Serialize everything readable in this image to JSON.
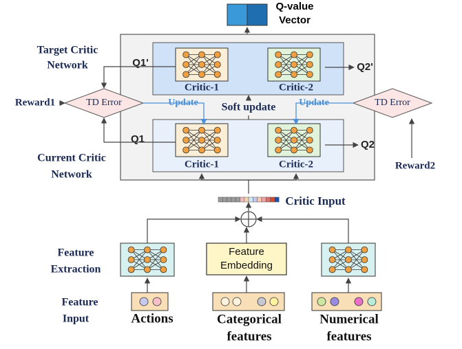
{
  "qvalue": {
    "line1": "Q-value",
    "line2": "Vector",
    "cell_colors": [
      "#3a9ad9",
      "#1f6fb0"
    ]
  },
  "target_network": {
    "line1": "Target Critic",
    "line2": "Network"
  },
  "current_network": {
    "line1": "Current Critic",
    "line2": "Network"
  },
  "critics": {
    "target_1": "Critic-1",
    "target_2": "Critic-2",
    "current_1": "Critic-1",
    "current_2": "Critic-2"
  },
  "signals": {
    "q1_target": "Q1'",
    "q2_target": "Q2'",
    "q1": "Q1",
    "q2": "Q2",
    "reward1": "Reward1",
    "reward2": "Reward2",
    "td_error_left": "TD Error",
    "td_error_right": "TD Error",
    "update_left": "Update",
    "update_right": "Update",
    "soft_update": "Soft update"
  },
  "critic_input": {
    "label": "Critic Input",
    "segment_colors": [
      "#9a9a9a",
      "#9a9a9a",
      "#9a9a9a",
      "#9a9a9a",
      "#9a9a9a",
      "#f2b8b8",
      "#f2d0b0",
      "#cfe9f5",
      "#c8c8ef",
      "#f2c8b0",
      "#f0a0a0",
      "#e26c6c",
      "#d94a2b",
      "#1f4fa8"
    ]
  },
  "feature_extraction": {
    "line1": "Feature",
    "line2": "Extraction"
  },
  "feature_input": {
    "line1": "Feature",
    "line2": "Input"
  },
  "feature_embedding": {
    "line1": "Feature",
    "line2": "Embedding"
  },
  "inputs": {
    "actions": "Actions",
    "categorical_line1": "Categorical",
    "categorical_line2": "features",
    "numerical_line1": "Numerical",
    "numerical_line2": "features"
  },
  "colors": {
    "outer_box": "#f2f2f2",
    "target_panel": "#cfe2f8",
    "current_panel": "#e8f0fb",
    "critic1_fill": "#fbeed6",
    "critic2_fill": "#e2f3dc",
    "feature_net_fill": "#d6f1ef",
    "embedding_fill": "#fff6c8",
    "td_fill": "#fbe5e5",
    "update_arrow": "#4a90d9",
    "node_fill": "#f0a040"
  }
}
